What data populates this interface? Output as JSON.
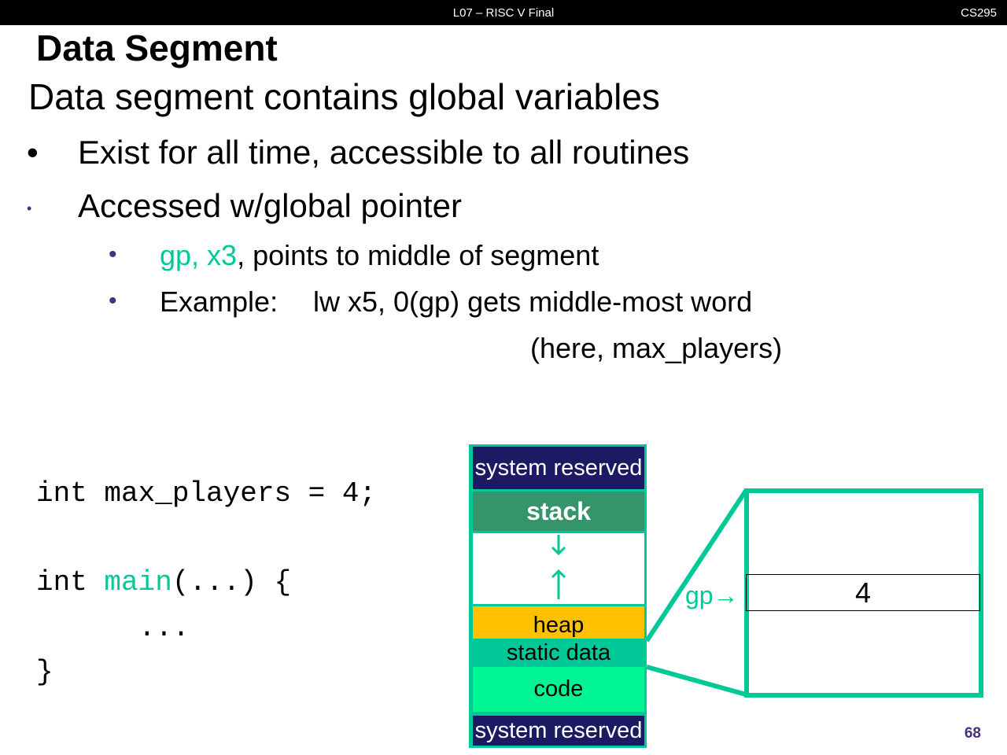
{
  "header": {
    "lecture": "L07 – RISC V Final",
    "course": "CS295"
  },
  "slide": {
    "title": "Data Segment",
    "subtitle": "Data segment contains global variables",
    "bullets": [
      {
        "marker": "•",
        "text": "Exist for all time, accessible to all routines"
      },
      {
        "marker": "•",
        "text": "Accessed w/global pointer"
      }
    ],
    "sub_bullets": [
      {
        "marker": "•",
        "highlight": "gp, x3",
        "text": ", points to middle of segment"
      },
      {
        "marker": "•",
        "label": "Example:",
        "text": "lw x5, 0(gp) gets middle-most word",
        "continuation": "(here, max_players)"
      }
    ],
    "page_number": "68"
  },
  "code": {
    "line1": "int max_players = 4;",
    "line2_kw": "int ",
    "line2_fn": "main",
    "line2_rest": "(...) {",
    "line3": "...",
    "line4": "}"
  },
  "memory": {
    "segments": [
      "system reserved",
      "stack",
      "heap",
      "static data",
      "code",
      "system reserved"
    ],
    "colors": {
      "navy": "#1C1A63",
      "stack": "#35956A",
      "heap": "#FFC000",
      "static": "#00C897",
      "code": "#00F592"
    }
  },
  "zoom_box": {
    "pointer_label": "gp→",
    "value": "4"
  }
}
